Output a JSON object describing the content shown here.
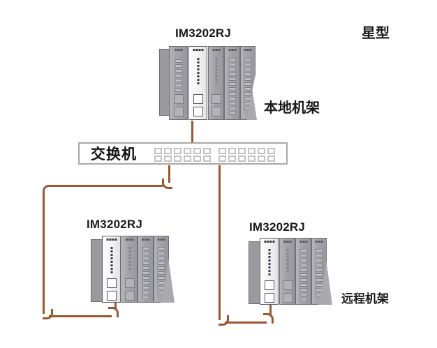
{
  "diagram": {
    "topology_label": "星型",
    "switch": {
      "name": "交换机",
      "port_rows": 2,
      "ports_per_row": 12,
      "port_groups": [
        6,
        6
      ]
    },
    "nodes": [
      {
        "id": "local-rack",
        "model": "IM3202RJ",
        "role_label": "本地机架",
        "white_module_index": 1,
        "module_count": 5
      },
      {
        "id": "remote-rack-left",
        "model": "IM3202RJ",
        "role_label": "",
        "white_module_index": 0,
        "module_count": 4
      },
      {
        "id": "remote-rack-right",
        "model": "IM3202RJ",
        "role_label": "远程机架",
        "white_module_index": 0,
        "module_count": 4
      }
    ],
    "cable_color": "#9a5630",
    "links": [
      {
        "from": "local-rack",
        "to": "switch"
      },
      {
        "from": "switch",
        "to": "remote-rack-left"
      },
      {
        "from": "switch",
        "to": "remote-rack-right"
      }
    ]
  }
}
